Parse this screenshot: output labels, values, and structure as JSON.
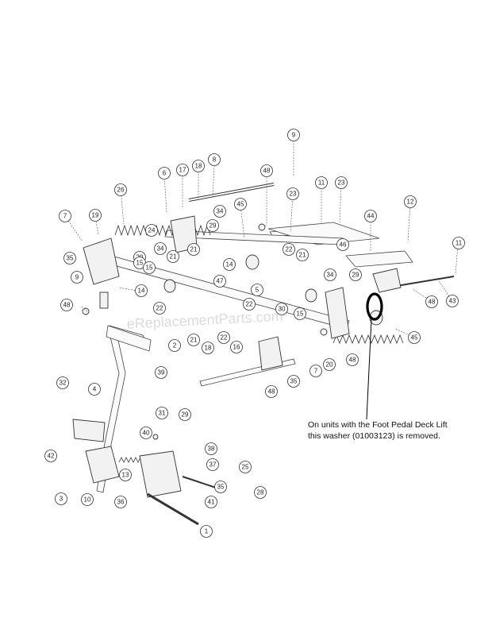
{
  "watermark": "eReplacementParts.com",
  "note": {
    "line1": "On units with the Foot Pedal Deck Lift",
    "line2": "this washer (01003123) is removed."
  },
  "callouts": [
    {
      "n": "9"
    },
    {
      "n": "8"
    },
    {
      "n": "18"
    },
    {
      "n": "17"
    },
    {
      "n": "6"
    },
    {
      "n": "48"
    },
    {
      "n": "11"
    },
    {
      "n": "23"
    },
    {
      "n": "26"
    },
    {
      "n": "23"
    },
    {
      "n": "12"
    },
    {
      "n": "44"
    },
    {
      "n": "7"
    },
    {
      "n": "19"
    },
    {
      "n": "24"
    },
    {
      "n": "45"
    },
    {
      "n": "29"
    },
    {
      "n": "34"
    },
    {
      "n": "34"
    },
    {
      "n": "46"
    },
    {
      "n": "11"
    },
    {
      "n": "35"
    },
    {
      "n": "29"
    },
    {
      "n": "21"
    },
    {
      "n": "15"
    },
    {
      "n": "15"
    },
    {
      "n": "22"
    },
    {
      "n": "21"
    },
    {
      "n": "9"
    },
    {
      "n": "14"
    },
    {
      "n": "47"
    },
    {
      "n": "21"
    },
    {
      "n": "14"
    },
    {
      "n": "22"
    },
    {
      "n": "5"
    },
    {
      "n": "34"
    },
    {
      "n": "43"
    },
    {
      "n": "48"
    },
    {
      "n": "48"
    },
    {
      "n": "22"
    },
    {
      "n": "29"
    },
    {
      "n": "30"
    },
    {
      "n": "15"
    },
    {
      "n": "21"
    },
    {
      "n": "2"
    },
    {
      "n": "22"
    },
    {
      "n": "18"
    },
    {
      "n": "16"
    },
    {
      "n": "45"
    },
    {
      "n": "7"
    },
    {
      "n": "20"
    },
    {
      "n": "48"
    },
    {
      "n": "35"
    },
    {
      "n": "48"
    },
    {
      "n": "39"
    },
    {
      "n": "32"
    },
    {
      "n": "4"
    },
    {
      "n": "31"
    },
    {
      "n": "29"
    },
    {
      "n": "42"
    },
    {
      "n": "40"
    },
    {
      "n": "38"
    },
    {
      "n": "37"
    },
    {
      "n": "25"
    },
    {
      "n": "13"
    },
    {
      "n": "35"
    },
    {
      "n": "3"
    },
    {
      "n": "10"
    },
    {
      "n": "36"
    },
    {
      "n": "41"
    },
    {
      "n": "28"
    },
    {
      "n": "1"
    }
  ]
}
